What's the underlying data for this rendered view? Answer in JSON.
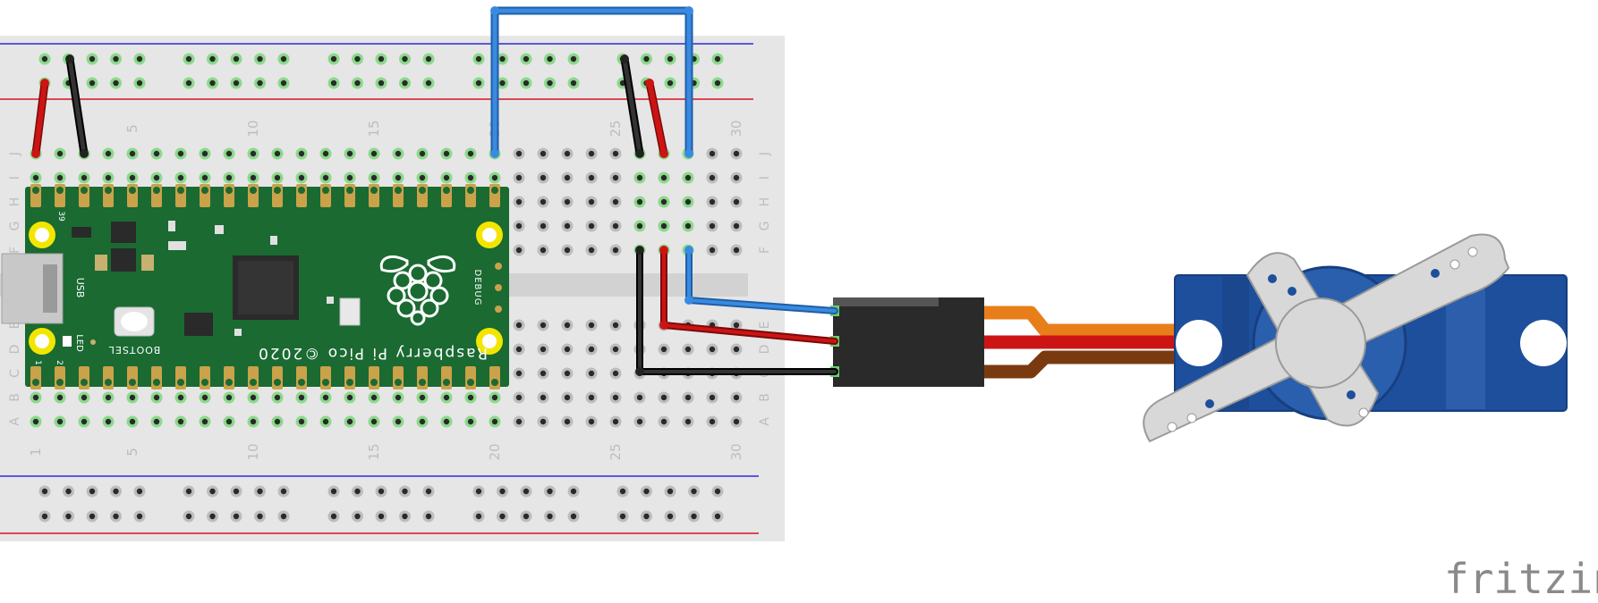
{
  "breadboard": {
    "column_numbers": [
      "1",
      "5",
      "10",
      "15",
      "20",
      "25",
      "30"
    ],
    "row_letters_top": [
      "J",
      "I",
      "H",
      "G",
      "F"
    ],
    "row_letters_bottom": [
      "E",
      "D",
      "C",
      "B",
      "A"
    ]
  },
  "pico": {
    "title": "Raspberry Pi Pico ©2020",
    "labels": {
      "usb": "USB",
      "led": "LED",
      "bootsel": "BOOTSEL",
      "debug": "DEBUG",
      "pin1": "1",
      "pin2": "2",
      "pin39": "39"
    }
  },
  "watermark": "fritzing",
  "colors": {
    "breadboard": "#e6e6e6",
    "rail_blue": "#2a2adc",
    "rail_red": "#d8141e",
    "pico_green": "#1a6a32",
    "pin_gold": "#c9a24a",
    "hole_green": "#8cd98c",
    "wire_red": "#cc1414",
    "wire_black": "#1a1a1a",
    "wire_blue": "#2e7fd6",
    "servo_blue": "#1e4f9c",
    "servo_orange": "#e87e1a",
    "servo_brown": "#7a3a10",
    "horn": "#d8d8d8"
  },
  "icons": [
    "raspberry-pi-logo-icon",
    "servo-motor-icon"
  ]
}
